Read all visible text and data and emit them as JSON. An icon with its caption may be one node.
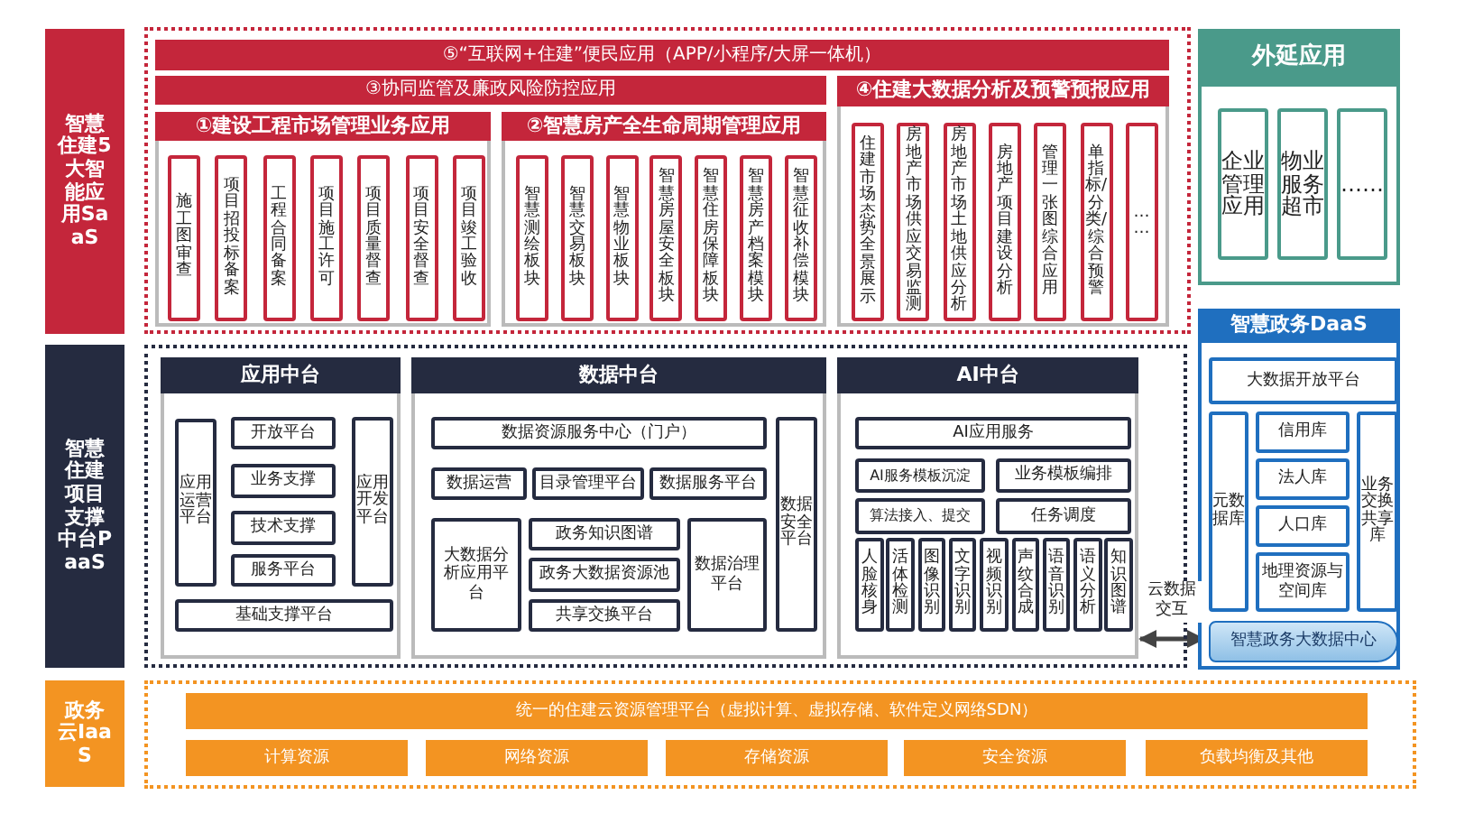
{
  "diagram": {
    "nodes": [
      {
        "text": [
          "智慧住建5大智能应用SaaS"
        ]
      },
      {
        "text": [
          "⑤“互联网+住建”便民应用（APP/小程序/大屏一体机）"
        ]
      },
      {
        "text": [
          "③协同监管及廉政风险防控应用"
        ]
      },
      {
        "text": [
          "①建设工程市场管理业务应用"
        ]
      },
      {
        "text": [
          "施工图审查"
        ],
        "in": 3
      },
      {
        "text": [
          "项目招投标备案"
        ],
        "in": 3
      },
      {
        "text": [
          "工程合同备案"
        ],
        "in": 3
      },
      {
        "text": [
          "项目施工许可"
        ],
        "in": 3
      },
      {
        "text": [
          "项目质量督查"
        ],
        "in": 3
      },
      {
        "text": [
          "项目安全督查"
        ],
        "in": 3
      },
      {
        "text": [
          "项目竣工验收"
        ],
        "in": 3
      },
      {
        "text": [
          "②智慧房产全生命周期管理应用"
        ]
      },
      {
        "text": [
          "智慧测绘板块"
        ],
        "in": 11
      },
      {
        "text": [
          "智慧交易板块"
        ],
        "in": 11
      },
      {
        "text": [
          "智慧物业板块"
        ],
        "in": 11
      },
      {
        "text": [
          "智慧房屋安全板块"
        ],
        "in": 11
      },
      {
        "text": [
          "智慧住房保障板块"
        ],
        "in": 11
      },
      {
        "text": [
          "智慧房产档案模块"
        ],
        "in": 11
      },
      {
        "text": [
          "智慧征收补偿模块"
        ],
        "in": 11
      },
      {
        "text": [
          "④住建大数据分析及预警预报应用"
        ]
      },
      {
        "text": [
          "住建市场态势全景展示"
        ],
        "in": 19
      },
      {
        "text": [
          "房地产市场供应交易监测"
        ],
        "in": 19
      },
      {
        "text": [
          "房地产市场土地供应分析"
        ],
        "in": 19
      },
      {
        "text": [
          "房地产项目建设分析"
        ],
        "in": 19
      },
      {
        "text": [
          "管理一张图综合应用"
        ],
        "in": 19
      },
      {
        "text": [
          "单指标/分类/综合预警"
        ],
        "in": 19
      },
      {
        "text": [
          "……"
        ],
        "in": 19
      },
      {
        "text": [
          "外延应用"
        ]
      },
      {
        "text": [
          "企业管理应用"
        ],
        "in": 27
      },
      {
        "text": [
          "物业服务超市"
        ],
        "in": 27
      },
      {
        "text": [
          "……"
        ],
        "in": 27
      },
      {
        "text": [
          "智慧住建项目支撑中台PaaS"
        ]
      },
      {
        "text": [
          "应用中台"
        ]
      },
      {
        "text": [
          "应用运营平台"
        ],
        "in": 32
      },
      {
        "text": [
          "开放平台"
        ],
        "in": 32
      },
      {
        "text": [
          "业务支撑"
        ],
        "in": 32
      },
      {
        "text": [
          "技术支撑"
        ],
        "in": 32
      },
      {
        "text": [
          "服务平台"
        ],
        "in": 32
      },
      {
        "text": [
          "应用开发平台"
        ],
        "in": 32
      },
      {
        "text": [
          "基础支撑平台"
        ],
        "in": 32
      },
      {
        "text": [
          "数据中台"
        ]
      },
      {
        "text": [
          "数据资源服务中心（门户）"
        ],
        "in": 40
      },
      {
        "text": [
          "数据运营"
        ],
        "in": 40
      },
      {
        "text": [
          "目录管理平台"
        ],
        "in": 40
      },
      {
        "text": [
          "数据服务平台"
        ],
        "in": 40
      },
      {
        "text": [
          "大数据分析应用平台"
        ],
        "in": 40
      },
      {
        "text": [
          "政务知识图谱"
        ],
        "in": 40
      },
      {
        "text": [
          "政务大数据资源池"
        ],
        "in": 40
      },
      {
        "text": [
          "共享交换平台"
        ],
        "in": 40
      },
      {
        "text": [
          "数据治理平台"
        ],
        "in": 40
      },
      {
        "text": [
          "数据安全平台"
        ],
        "in": 40
      },
      {
        "text": [
          "AI中台"
        ]
      },
      {
        "text": [
          "AI应用服务"
        ],
        "in": 51
      },
      {
        "text": [
          "AI服务模板沉淀"
        ],
        "in": 51
      },
      {
        "text": [
          "业务模板编排"
        ],
        "in": 51
      },
      {
        "text": [
          "算法接入、提交"
        ],
        "in": 51
      },
      {
        "text": [
          "任务调度"
        ],
        "in": 51
      },
      {
        "text": [
          "人脸核身"
        ],
        "in": 51
      },
      {
        "text": [
          "活体检测"
        ],
        "in": 51
      },
      {
        "text": [
          "图像识别"
        ],
        "in": 51
      },
      {
        "text": [
          "文字识别"
        ],
        "in": 51
      },
      {
        "text": [
          "视频识别"
        ],
        "in": 51
      },
      {
        "text": [
          "声纹合成"
        ],
        "in": 51
      },
      {
        "text": [
          "语音识别"
        ],
        "in": 51
      },
      {
        "text": [
          "语义分析"
        ],
        "in": 51
      },
      {
        "text": [
          "知识图谱"
        ],
        "in": 51
      },
      {
        "text": [
          "智慧政务DaaS"
        ]
      },
      {
        "text": [
          "大数据开放平台"
        ],
        "in": 66
      },
      {
        "text": [
          "元数据库"
        ],
        "in": 66
      },
      {
        "text": [
          "信用库"
        ],
        "in": 66
      },
      {
        "text": [
          "法人库"
        ],
        "in": 66
      },
      {
        "text": [
          "人口库"
        ],
        "in": 66
      },
      {
        "text": [
          "地理资源与空间库"
        ],
        "in": 66
      },
      {
        "text": [
          "业务交换共享库"
        ],
        "in": 66
      },
      {
        "text": [
          "智慧政务大数据中心"
        ],
        "in": 66
      },
      {
        "text": [
          "政务云IaaS"
        ]
      },
      {
        "text": [
          "统一的住建云资源管理平台（虚拟计算、虚拟存储、软件定义网络SDN）"
        ]
      },
      {
        "text": [
          "计算资源"
        ]
      },
      {
        "text": [
          "网络资源"
        ]
      },
      {
        "text": [
          "存储资源"
        ]
      },
      {
        "text": [
          "安全资源"
        ]
      },
      {
        "text": [
          "负载均衡及其他"
        ]
      }
    ],
    "edges": [
      {
        "from": 51,
        "to": 74,
        "arrow": "both",
        "label": "云数据交互"
      }
    ]
  }
}
